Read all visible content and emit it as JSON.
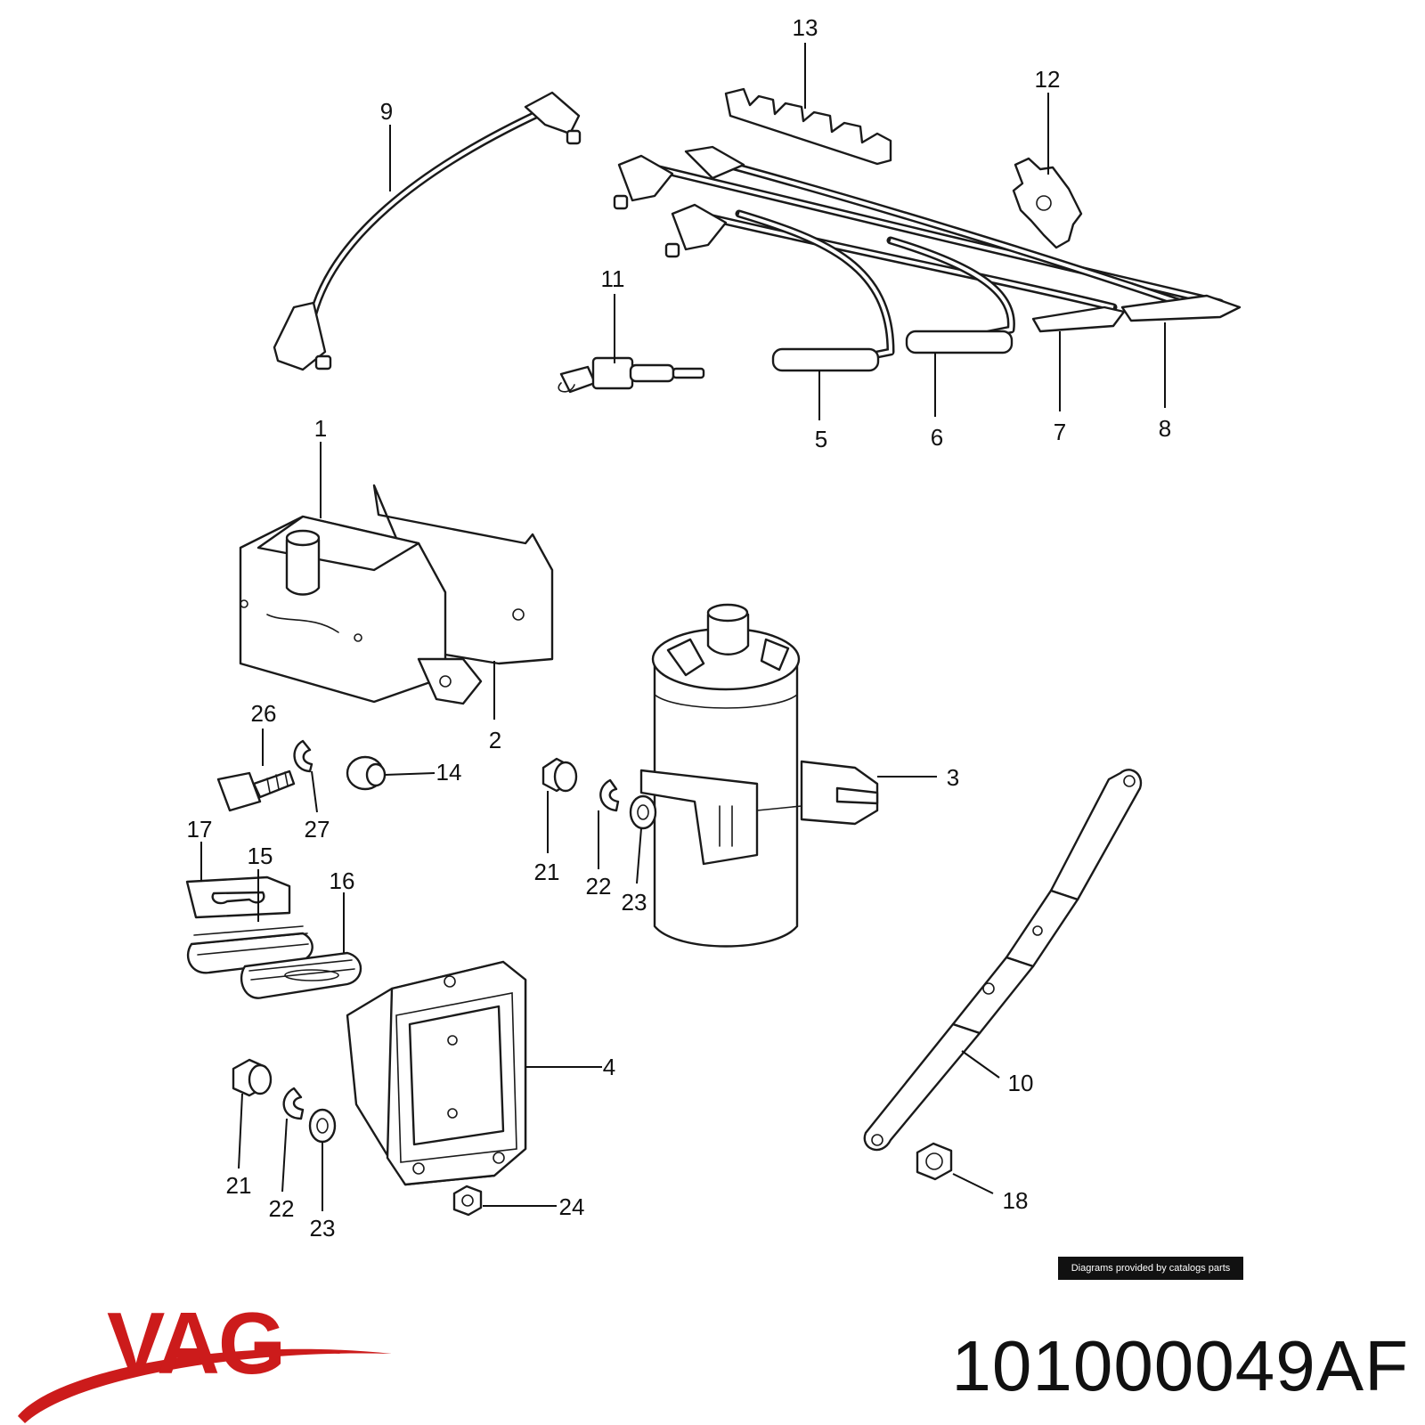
{
  "diagram": {
    "callouts": [
      "1",
      "2",
      "3",
      "4",
      "5",
      "6",
      "7",
      "8",
      "9",
      "10",
      "11",
      "12",
      "13",
      "14",
      "15",
      "16",
      "17",
      "18",
      "21",
      "22",
      "23",
      "24",
      "26",
      "27",
      "21",
      "22",
      "23"
    ]
  },
  "credit": "Diagrams provided by catalogs parts",
  "brand": {
    "name": "VAG",
    "color": "#cc1b1b"
  },
  "part_number": "101000049AF"
}
